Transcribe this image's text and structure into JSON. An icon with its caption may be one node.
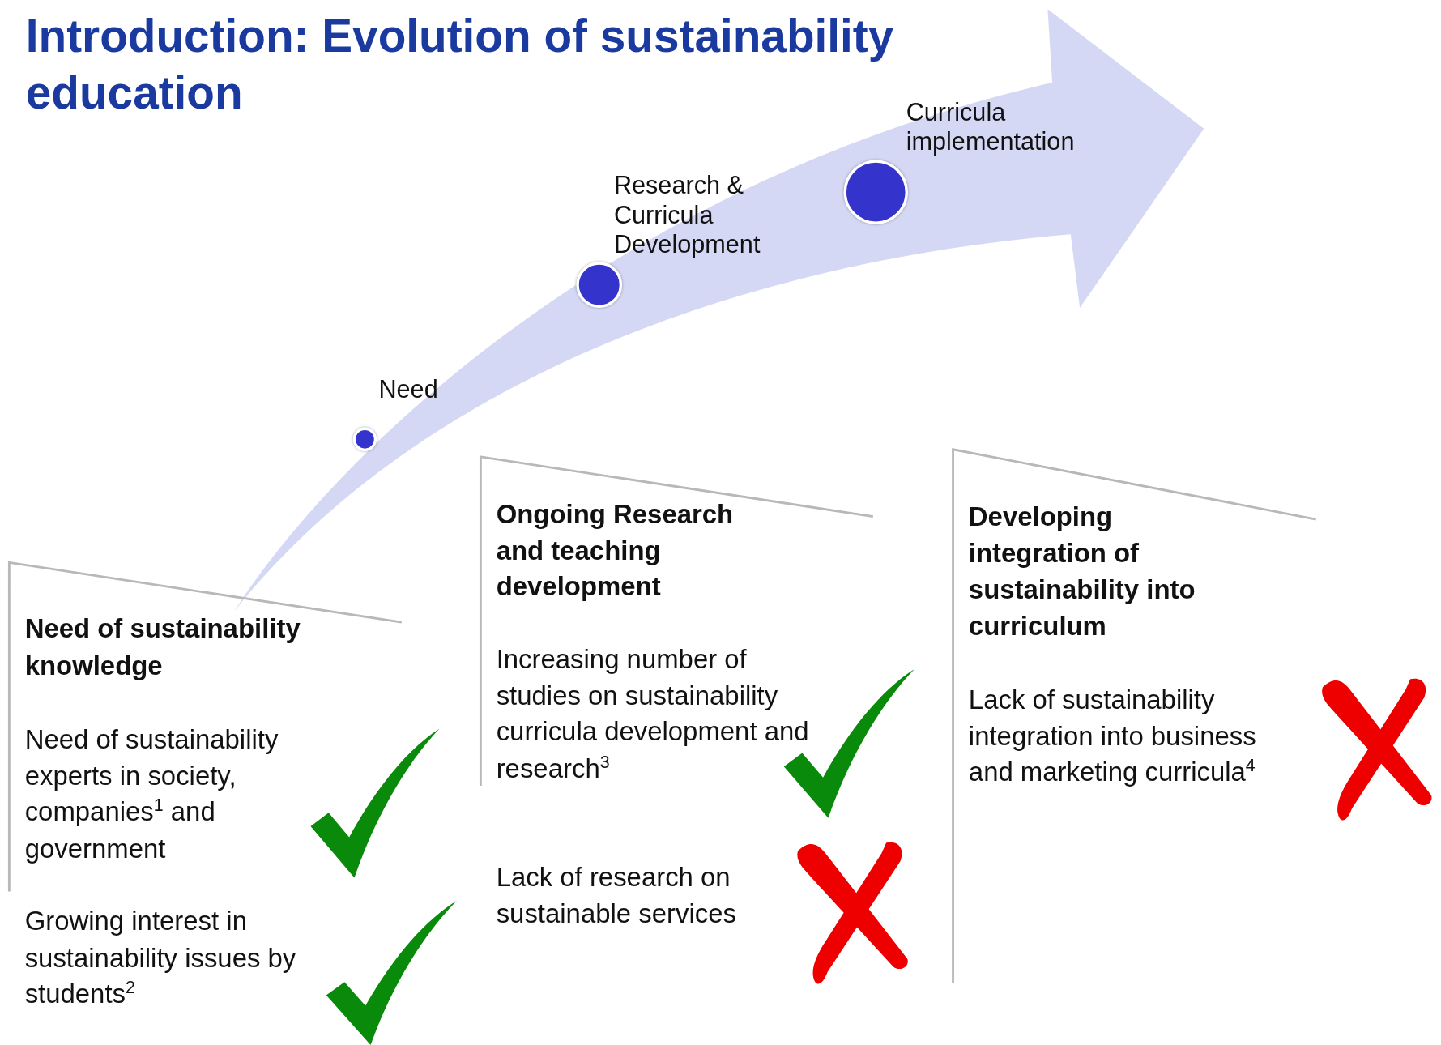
{
  "diagram": {
    "title": "Introduction: Evolution of sustainability education",
    "nodes": [
      {
        "text": [],
        "shape": "arrow"
      },
      {
        "text": [],
        "shape": "circle",
        "in": 0,
        "beside": [
          "Need"
        ]
      },
      {
        "text": [],
        "shape": "circle",
        "in": 0,
        "beside": [
          "Research & Curricula Development"
        ]
      },
      {
        "text": [],
        "shape": "circle",
        "in": 0,
        "beside": [
          "Curricula implementation"
        ]
      },
      {
        "text": [
          "Need of sustainability knowledge",
          "Need of sustainability experts  in society, companies$^{1}$ and government",
          "Growing interest in sustainability issues by students$^{2}$"
        ]
      },
      {
        "text": [
          "Ongoing Research and teaching development",
          "Increasing number of studies on sustainability curricula development and research$^{3}$",
          "Lack of research on sustainable services"
        ]
      },
      {
        "text": [
          "Developing integration of sustainability into curriculum",
          "Lack of sustainability integration into business and marketing curricula$^{4}$"
        ]
      }
    ],
    "edges": []
  }
}
